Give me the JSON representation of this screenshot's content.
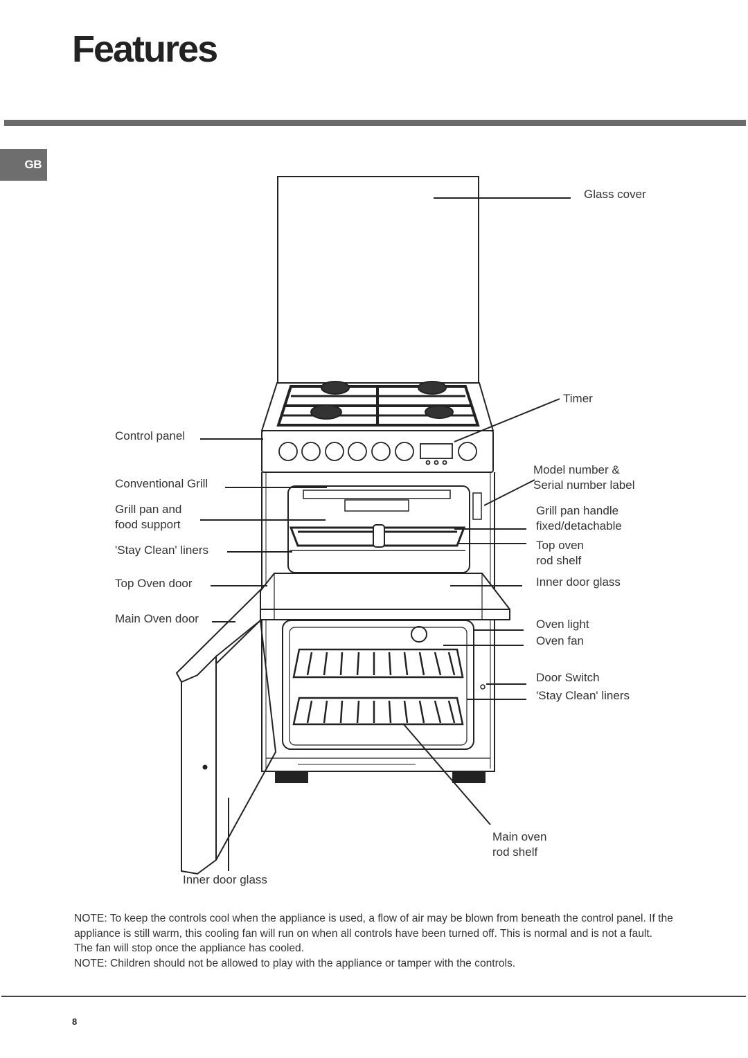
{
  "page": {
    "title": "Features",
    "language_tab": "GB",
    "page_number": "8"
  },
  "diagram": {
    "labels_left": {
      "control_panel": "Control panel",
      "conventional_grill": "Conventional Grill",
      "grill_pan": "Grill pan and\nfood support",
      "stay_clean_top": "'Stay Clean' liners",
      "top_oven_door": "Top Oven door",
      "main_oven_door": "Main Oven door",
      "inner_door_glass_bottom": "Inner door glass"
    },
    "labels_right": {
      "glass_cover": "Glass cover",
      "timer": "Timer",
      "model_number": " Model number &\nSerial number label",
      "grill_pan_handle": "Grill pan handle\nfixed/detachable",
      "top_oven_rod_shelf": "Top oven\nrod shelf",
      "inner_door_glass": "Inner door glass",
      "oven_light": "Oven light",
      "oven_fan": "Oven fan",
      "door_switch": "Door Switch",
      "stay_clean_main": "'Stay Clean' liners",
      "main_oven_rod_shelf": "Main oven\nrod shelf"
    }
  },
  "notes": [
    "NOTE: To keep the controls cool when the appliance is used, a flow of air may be blown from beneath the control panel. If the appliance is still warm, this cooling fan will run on when all controls have been turned off. This is normal and is not a fault.",
    "The fan will stop once the appliance has cooled.",
    "NOTE: Children should not be allowed to play with the appliance or tamper with the controls."
  ]
}
